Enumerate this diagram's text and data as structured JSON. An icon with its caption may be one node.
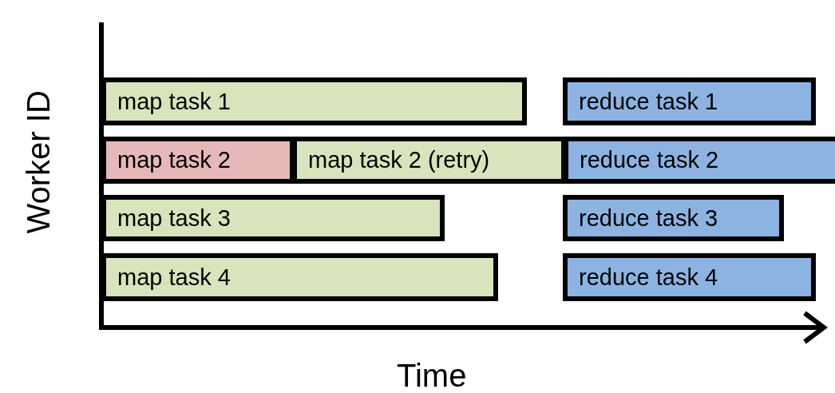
{
  "diagram": {
    "nodes": [
      {
        "text": [
          "map task 1"
        ]
      },
      {
        "text": [
          "reduce task 1"
        ]
      },
      {
        "text": [
          "map task 2"
        ]
      },
      {
        "text": [
          "map task 2 (retry)"
        ]
      },
      {
        "text": [
          "reduce task 2"
        ]
      },
      {
        "text": [
          "map task 3"
        ]
      },
      {
        "text": [
          "reduce task 3"
        ]
      },
      {
        "text": [
          "map task 4"
        ]
      },
      {
        "text": [
          "reduce task 4"
        ]
      }
    ],
    "labels": [
      "Worker ID",
      "Time"
    ]
  }
}
